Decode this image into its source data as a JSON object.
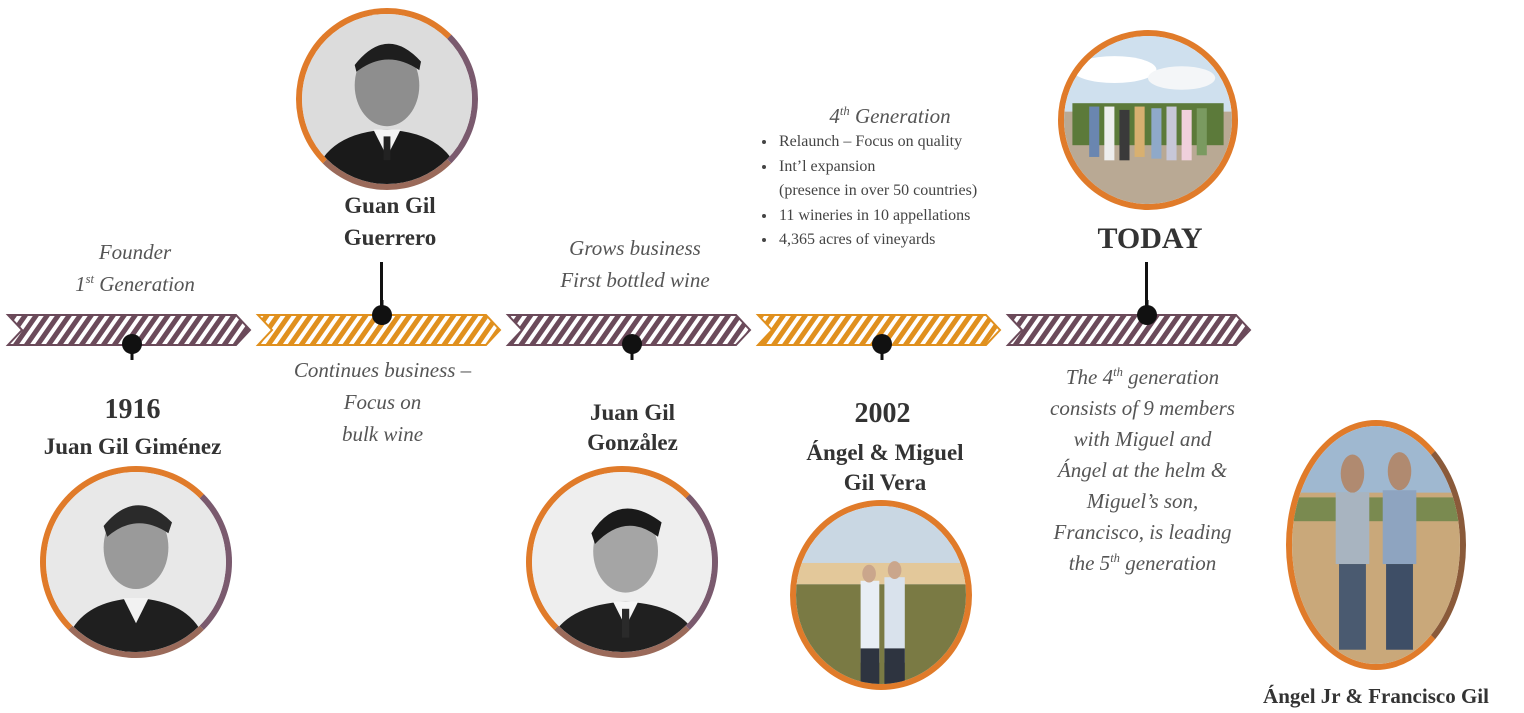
{
  "colors": {
    "purple": "#6b4a5a",
    "orange": "#e0901e",
    "ring_orange": "#e07b2a",
    "ring_purple": "#7a5a6e",
    "dot": "#111111"
  },
  "timeline": {
    "segments": [
      "purple",
      "orange",
      "purple",
      "orange",
      "purple"
    ]
  },
  "gen1": {
    "role_line1": "Founder",
    "role_line2_num": "1",
    "role_line2_sup": "st",
    "role_line2_rest": " Generation",
    "year": "1916",
    "name": "Juan Gil Giménez"
  },
  "gen2": {
    "name_line1": "Guan Gil",
    "name_line2": "Guerrero",
    "desc_line1": "Continues business –",
    "desc_line2": "Focus on",
    "desc_line3": "bulk wine"
  },
  "gen3": {
    "desc_line1": "Grows business",
    "desc_line2": "First bottled wine",
    "name_line1": "Juan Gil",
    "name_line2": "Gonzålez"
  },
  "gen4": {
    "heading_num": "4",
    "heading_sup": "th",
    "heading_rest": " Generation",
    "bullets": [
      "Relaunch – Focus on quality",
      "Int’l expansion",
      "11 wineries in 10 appellations",
      "4,365 acres of vineyards"
    ],
    "bullet2_cont": "(presence in over 50 countries)",
    "year": "2002",
    "name_line1": "Ángel & Miguel",
    "name_line2": "Gil Vera"
  },
  "today": {
    "label": "TODAY",
    "desc_l1_a": "The 4",
    "desc_l1_sup": "th",
    "desc_l1_b": " generation",
    "desc_l2": "consists of 9 members",
    "desc_l3": "with Miguel and",
    "desc_l4": "Ángel at the helm &",
    "desc_l5": "Miguel’s son,",
    "desc_l6": "Francisco, is leading",
    "desc_l7_a": "the 5",
    "desc_l7_sup": "th",
    "desc_l7_b": " generation",
    "caption": "Ángel Jr & Francisco Gil"
  }
}
